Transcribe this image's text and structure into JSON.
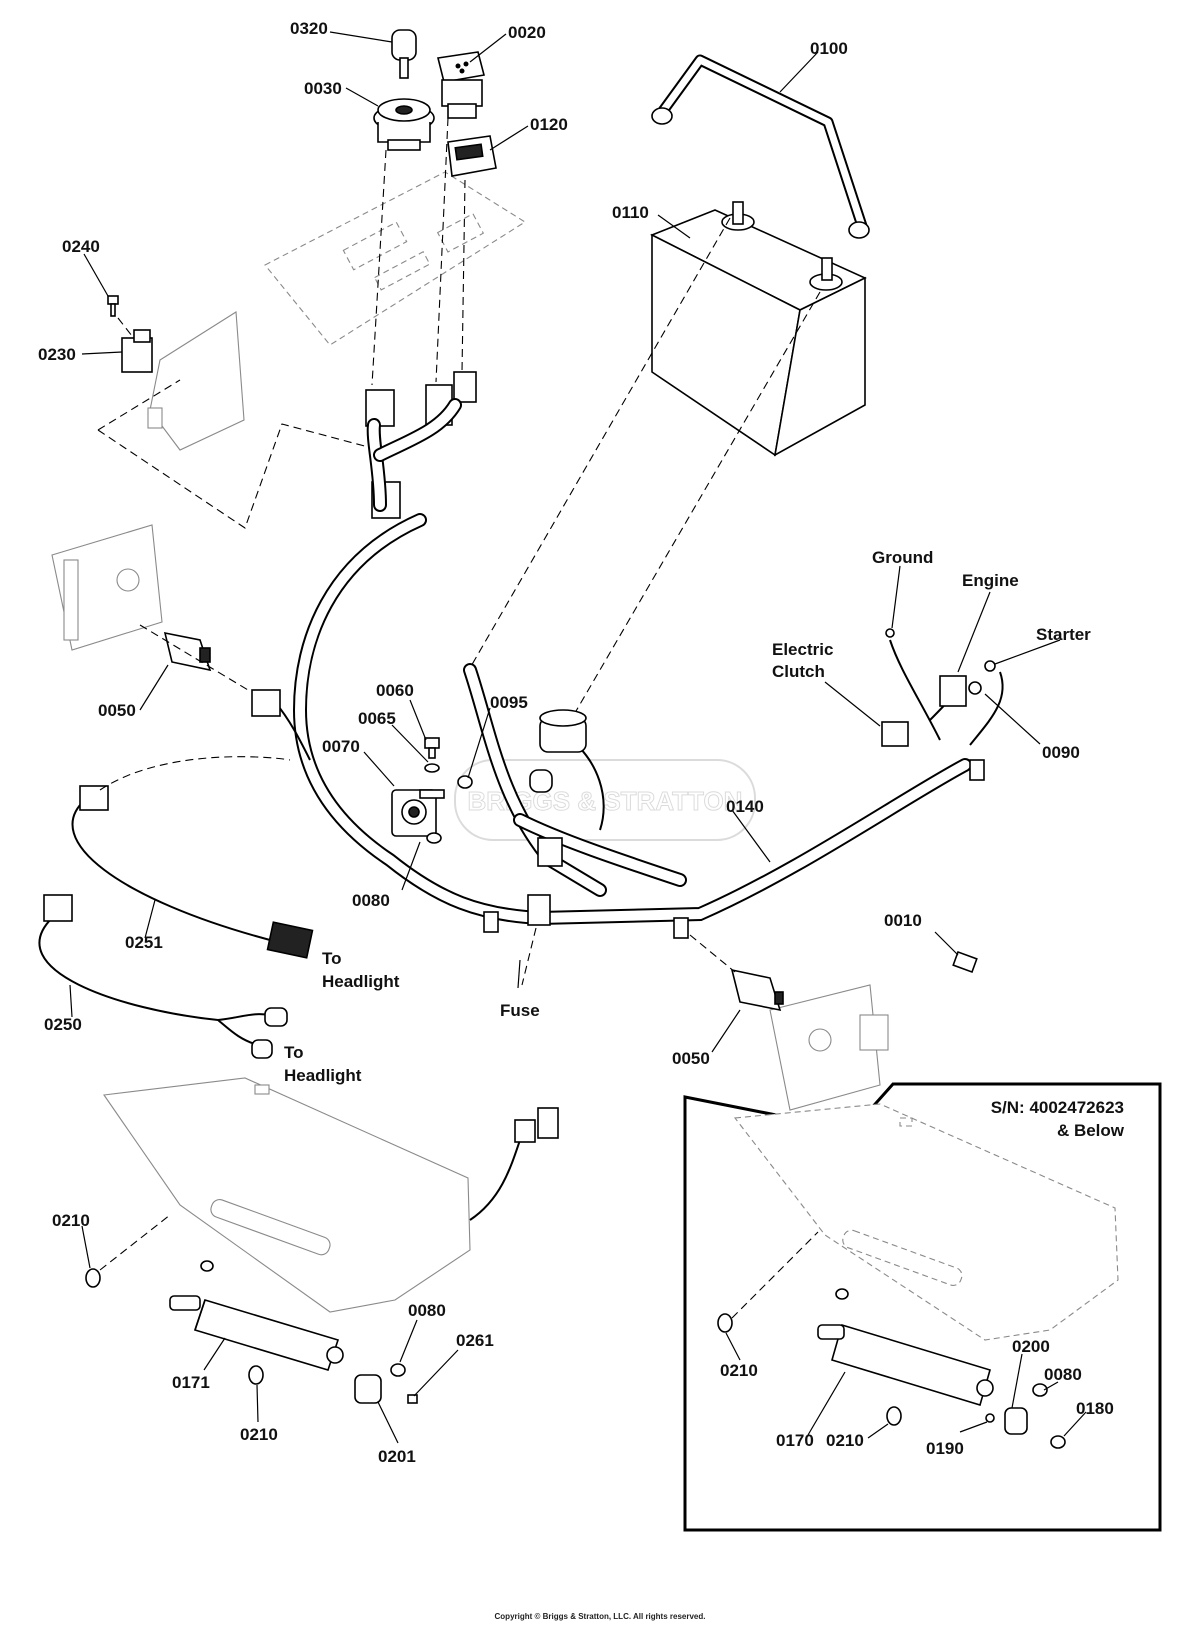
{
  "callouts": {
    "c0320": "0320",
    "c0020": "0020",
    "c0030": "0030",
    "c0120": "0120",
    "c0100": "0100",
    "c0110": "0110",
    "c0240": "0240",
    "c0230": "0230",
    "c0050a": "0050",
    "c0060": "0060",
    "c0065": "0065",
    "c0070": "0070",
    "c0095": "0095",
    "c0080a": "0080",
    "c0140": "0140",
    "c0090": "0090",
    "c0010": "0010",
    "c0251": "0251",
    "c0250": "0250",
    "c0050b": "0050",
    "c0210a": "0210",
    "c0171": "0171",
    "c0210b": "0210",
    "c0080b": "0080",
    "c0261": "0261",
    "c0201": "0201",
    "c0210c": "0210",
    "c0170": "0170",
    "c0210d": "0210",
    "c0190": "0190",
    "c0200": "0200",
    "c0080c": "0080",
    "c0180": "0180"
  },
  "labels": {
    "ground": "Ground",
    "engine": "Engine",
    "starter": "Starter",
    "electric_clutch_1": "Electric",
    "electric_clutch_2": "Clutch",
    "fuse": "Fuse",
    "to_headlight_a1": "To",
    "to_headlight_a2": "Headlight",
    "to_headlight_b1": "To",
    "to_headlight_b2": "Headlight"
  },
  "inset": {
    "serial_line1": "S/N: 4002472623",
    "serial_line2": "& Below"
  },
  "watermark": "BRIGGS & STRATTON",
  "copyright": "Copyright © Briggs & Stratton, LLC. All rights reserved."
}
